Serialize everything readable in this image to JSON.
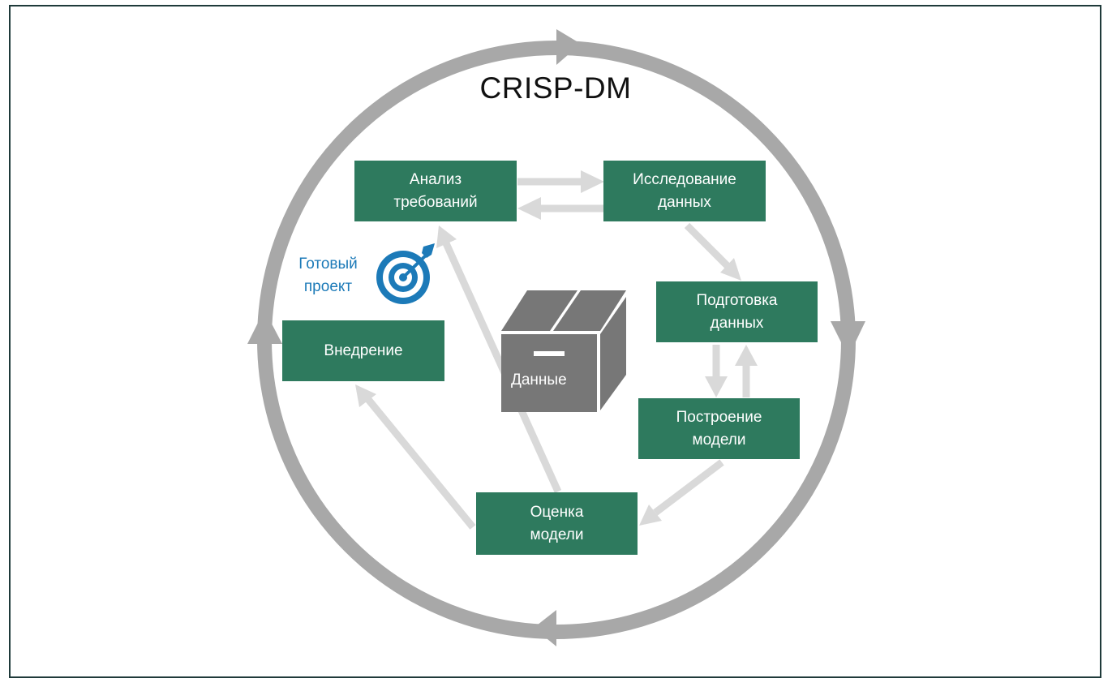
{
  "title": "CRISP-DM",
  "steps": {
    "business": {
      "line1": "Анализ",
      "line2": "требований"
    },
    "data_understanding": {
      "line1": "Исследование",
      "line2": "данных"
    },
    "data_preparation": {
      "line1": "Подготовка",
      "line2": "данных"
    },
    "modeling": {
      "line1": "Построение",
      "line2": "модели"
    },
    "evaluation": {
      "line1": "Оценка",
      "line2": "модели"
    },
    "deployment": {
      "line1": "Внедрение"
    }
  },
  "goal": {
    "line1": "Готовый",
    "line2": "проект",
    "icon": "target-icon"
  },
  "data": {
    "label": "Данные",
    "icon": "box-icon"
  },
  "colors": {
    "box": "#2e7a5e",
    "cycle_arrow": "#a8a8a8",
    "flow_arrow": "#d9d9d9",
    "goal": "#1c7ab8",
    "data_box": "#777777"
  }
}
